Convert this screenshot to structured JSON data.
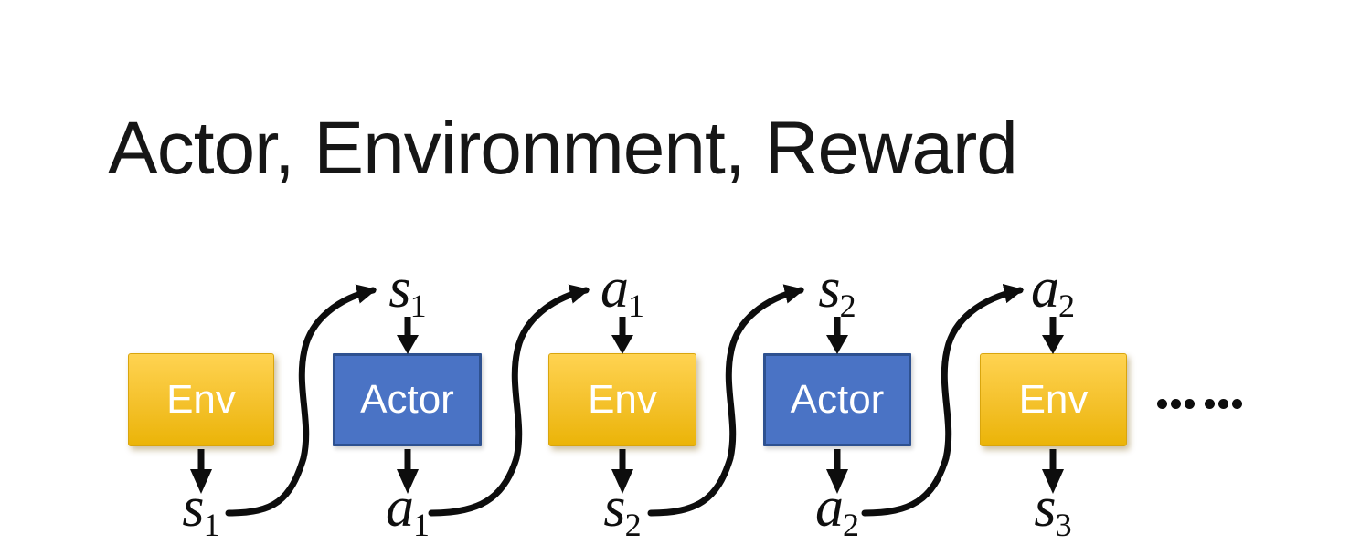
{
  "slide": {
    "title": "Actor, Environment, Reward",
    "ellipsis": "……"
  },
  "diagram": {
    "units": [
      {
        "id": "env-1",
        "label": "Env",
        "type": "env"
      },
      {
        "id": "actor-1",
        "label": "Actor",
        "type": "actor"
      },
      {
        "id": "env-2",
        "label": "Env",
        "type": "env"
      },
      {
        "id": "actor-2",
        "label": "Actor",
        "type": "actor"
      },
      {
        "id": "env-3",
        "label": "Env",
        "type": "env"
      }
    ],
    "top_labels": [
      {
        "base": "s",
        "sub": "1"
      },
      {
        "base": "a",
        "sub": "1"
      },
      {
        "base": "s",
        "sub": "2"
      },
      {
        "base": "a",
        "sub": "2"
      }
    ],
    "bottom_labels": [
      {
        "base": "s",
        "sub": "1"
      },
      {
        "base": "a",
        "sub": "1"
      },
      {
        "base": "s",
        "sub": "2"
      },
      {
        "base": "a",
        "sub": "2"
      },
      {
        "base": "s",
        "sub": "3"
      }
    ],
    "connections": [
      {
        "from": "env-1",
        "output": "s1",
        "to": "actor-1"
      },
      {
        "from": "actor-1",
        "output": "a1",
        "to": "env-2"
      },
      {
        "from": "env-2",
        "output": "s2",
        "to": "actor-2"
      },
      {
        "from": "actor-2",
        "output": "a2",
        "to": "env-3"
      },
      {
        "from": "env-3",
        "output": "s3",
        "to": "continuation"
      }
    ],
    "colors": {
      "env_gradient_top": "#FFD351",
      "env_gradient_bottom": "#EBB408",
      "env_border": "#D9A50D",
      "actor_fill": "#4A73C5",
      "actor_border": "#2E5190",
      "arrow": "#0D0D0D",
      "box_text": "#FFFFFF",
      "title_text": "#161616"
    }
  }
}
